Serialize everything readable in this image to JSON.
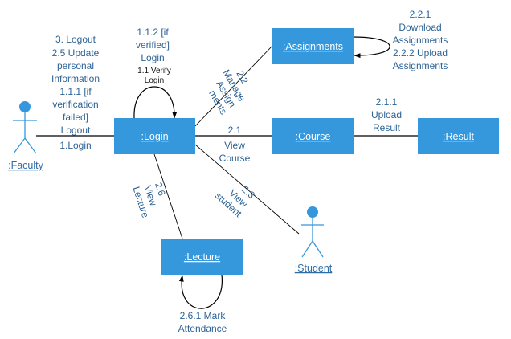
{
  "diagram": {
    "type": "UML communication diagram",
    "colors": {
      "object_fill": "#3598dc",
      "object_text": "#ffffff",
      "message_text": "#2d6295",
      "link": "#000000"
    },
    "objects": {
      "login": ":Login",
      "assignments": ":Assignments",
      "course": ":Course",
      "result": ":Result",
      "lecture": ":Lecture"
    },
    "actors": {
      "faculty": ":Faculty",
      "student": ":Student"
    },
    "messages": {
      "faculty_login": {
        "lines": [
          "3. Logout",
          "2.5 Update",
          "personal",
          "Information",
          "1.1.1 [if",
          "verification",
          "failed]",
          "Logout"
        ],
        "bottom": "1.Login"
      },
      "login_self_upper": [
        "1.1.2 [if",
        "verified]",
        "Login"
      ],
      "login_self_lower": [
        "1.1 Verify",
        "Login"
      ],
      "login_assignments": [
        "2.2",
        "Manage",
        "Assign",
        "ments"
      ],
      "login_course": [
        "2.1",
        "View",
        "Course"
      ],
      "assignments_self": [
        "2.2.1",
        "Download",
        "Assignments",
        "2.2.2 Upload",
        "Assignments"
      ],
      "course_result": [
        "2.1.1",
        "Upload",
        "Result"
      ],
      "login_lecture": [
        "2.6",
        "View",
        "Lecture"
      ],
      "login_student": [
        "2.3",
        "View",
        "student"
      ],
      "lecture_self": [
        "2.6.1 Mark",
        "Attendance"
      ]
    }
  }
}
